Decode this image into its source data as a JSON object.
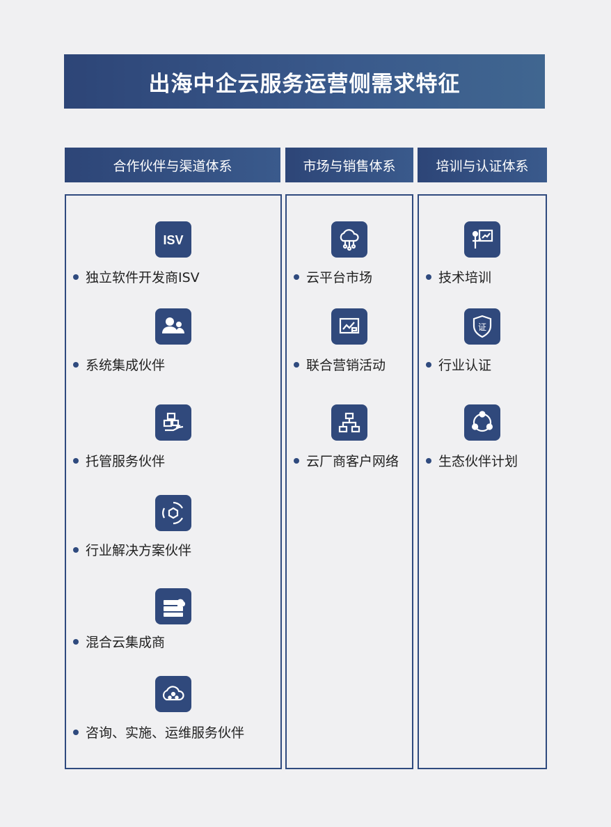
{
  "title": "出海中企云服务运营侧需求特征",
  "columns": [
    {
      "header": "合作伙伴与渠道体系",
      "items": [
        {
          "label": "独立软件开发商ISV",
          "icon": "isv-icon",
          "icon_text": "ISV"
        },
        {
          "label": "系统集成伙伴",
          "icon": "people-icon"
        },
        {
          "label": "托管服务伙伴",
          "icon": "hosting-hand-icon"
        },
        {
          "label": "行业解决方案伙伴",
          "icon": "hexagon-cycle-icon"
        },
        {
          "label": "混合云集成商",
          "icon": "server-cloud-icon"
        },
        {
          "label": "咨询、实施、运维服务伙伴",
          "icon": "cloud-people-icon"
        }
      ]
    },
    {
      "header": "市场与销售体系",
      "items": [
        {
          "label": "云平台市场",
          "icon": "cloud-network-icon"
        },
        {
          "label": "联合营销活动",
          "icon": "chart-flag-icon"
        },
        {
          "label": "云厂商客户网络",
          "icon": "hierarchy-icon"
        }
      ]
    },
    {
      "header": "培训与认证体系",
      "items": [
        {
          "label": "技术培训",
          "icon": "presentation-icon"
        },
        {
          "label": "行业认证",
          "icon": "certificate-shield-icon",
          "icon_text": "证"
        },
        {
          "label": "生态伙伴计划",
          "icon": "ecosystem-cycle-icon"
        }
      ]
    }
  ],
  "colors": {
    "primary": "#30497c",
    "background": "#f0f0f2"
  }
}
